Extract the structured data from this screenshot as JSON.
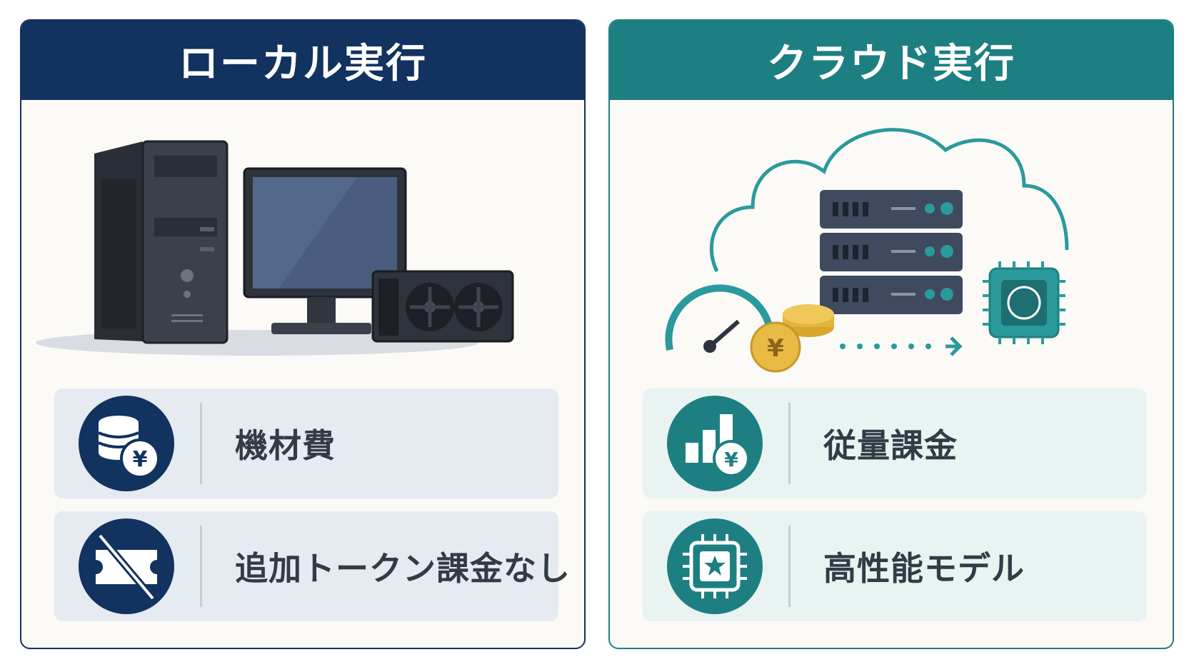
{
  "local": {
    "title": "ローカル実行",
    "features": [
      {
        "icon": "coins-yen-icon",
        "label": "機材費"
      },
      {
        "icon": "no-ticket-icon",
        "label": "追加トークン課金なし"
      }
    ]
  },
  "cloud": {
    "title": "クラウド実行",
    "features": [
      {
        "icon": "bar-chart-yen-icon",
        "label": "従量課金"
      },
      {
        "icon": "chip-star-icon",
        "label": "高性能モデル"
      }
    ]
  },
  "colors": {
    "local_accent": "#12325f",
    "cloud_accent": "#1e7f82",
    "coin_gold": "#e2b53c"
  },
  "symbols": {
    "yen": "¥"
  }
}
